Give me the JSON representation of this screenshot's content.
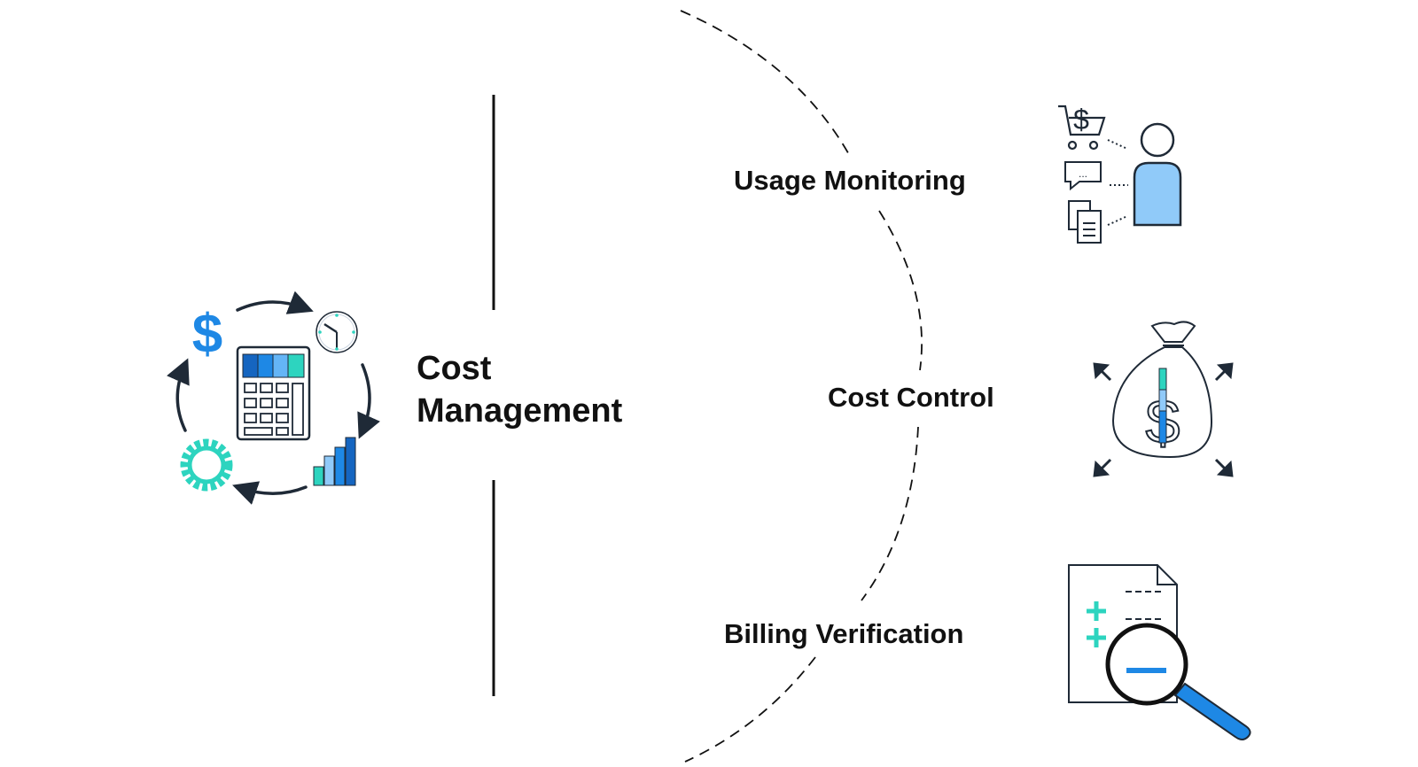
{
  "title": {
    "line1": "Cost",
    "line2": "Management"
  },
  "items": [
    {
      "label": "Usage Monitoring",
      "icon": "user-activity-icon"
    },
    {
      "label": "Cost Control",
      "icon": "money-bag-icon"
    },
    {
      "label": "Billing Verification",
      "icon": "bill-magnifier-icon"
    }
  ],
  "hub_icons": {
    "center": "calculator-icon",
    "top_left": "dollar-icon",
    "top_right": "clock-icon",
    "bottom_right": "bar-chart-icon",
    "bottom_left": "gear-icon"
  },
  "colors": {
    "text": "#111111",
    "line": "#111111",
    "teal": "#2dd4bf",
    "blue": "#1e88e5",
    "light_blue": "#90caf9",
    "navy": "#1f2a37"
  }
}
